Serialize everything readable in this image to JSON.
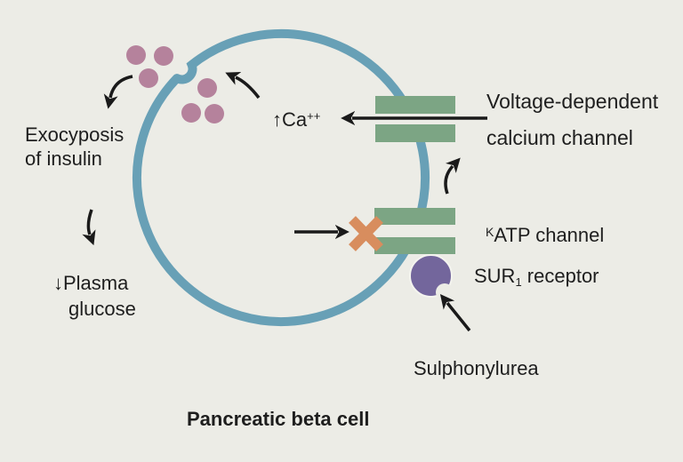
{
  "figure": {
    "title": "Pancreatic beta cell",
    "labels": {
      "exocytosis": {
        "line1": "Exocyposis",
        "line2": "of insulin"
      },
      "calcium": {
        "arrow": "↑",
        "base": "Ca",
        "sup": "++"
      },
      "voltage_channel": {
        "line1": "Voltage-dependent",
        "line2": "calcium channel"
      },
      "katp_channel": {
        "sup": "K",
        "base": "ATP channel"
      },
      "sur_receptor": {
        "base": "SUR",
        "sub": "1",
        "rest": " receptor"
      },
      "sulphonylurea": "Sulphonylurea",
      "plasma_glucose": {
        "arrow": "↓",
        "line1": "Plasma",
        "line2": "glucose"
      }
    },
    "colors": {
      "bg": "#ECECE6",
      "membrane": "#68A0B6",
      "channel": "#7CA584",
      "granule": "#B5829C",
      "receptor": "#73669C",
      "block": "#D88D5E",
      "text": "#1E1E1E",
      "arrow": "#1A1A1A"
    }
  }
}
